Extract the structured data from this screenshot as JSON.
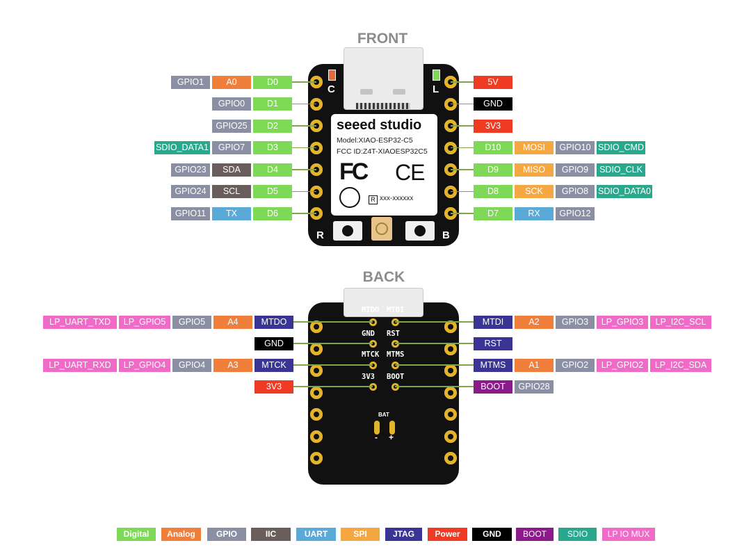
{
  "titles": {
    "front": "FRONT",
    "back": "BACK"
  },
  "colors": {
    "Digital": "#7ed957",
    "Analog": "#f07f3c",
    "GPIO": "#8b8fa3",
    "IIC": "#6a5e5c",
    "UART": "#5aa9d6",
    "SPI": "#f5a842",
    "JTAG": "#3a3594",
    "Power": "#ef3b24",
    "GND": "#000000",
    "BOOT": "#8d1a8a",
    "SDIO": "#2aa88e",
    "LP IO MUX": "#f06ac8"
  },
  "front": {
    "corner_labels": {
      "c": "C",
      "l": "L",
      "r": "R",
      "b": "B"
    },
    "brand": "seeed studio",
    "model": "Model:XIAO-ESP32-C5",
    "fcc": "FCC ID:Z4T-XIAOESP32C5",
    "fcc_logo": "FC",
    "ce_logo": "CE",
    "r_code": "xxx-xxxxxx",
    "left_rows": [
      [
        "GPIO1",
        "A0",
        "D0"
      ],
      [
        "GPIO0",
        "D1"
      ],
      [
        "GPIO25",
        "D2"
      ],
      [
        "SDIO_DATA1",
        "GPIO7",
        "D3"
      ],
      [
        "GPIO23",
        "SDA",
        "D4"
      ],
      [
        "GPIO24",
        "SCL",
        "D5"
      ],
      [
        "GPIO11",
        "TX",
        "D6"
      ]
    ],
    "right_rows": [
      [
        "5V"
      ],
      [
        "GND"
      ],
      [
        "3V3"
      ],
      [
        "D10",
        "MOSI",
        "GPIO10",
        "SDIO_CMD"
      ],
      [
        "D9",
        "MISO",
        "GPIO9",
        "SDIO_CLK"
      ],
      [
        "D8",
        "SCK",
        "GPIO8",
        "SDIO_DATA0"
      ],
      [
        "D7",
        "RX",
        "GPIO12"
      ]
    ]
  },
  "back": {
    "pad_labels": [
      "MTDO",
      "MTDI",
      "GND",
      "RST",
      "MTCK",
      "MTMS",
      "3V3",
      "BOOT"
    ],
    "bat_label": "BAT",
    "bat_minus": "-",
    "bat_plus": "+",
    "left_rows": [
      [
        "LP_UART_TXD",
        "LP_GPIO5",
        "GPIO5",
        "A4",
        "MTDO"
      ],
      [
        "GND"
      ],
      [
        "LP_UART_RXD",
        "LP_GPIO4",
        "GPIO4",
        "A3",
        "MTCK"
      ],
      [
        "3V3"
      ]
    ],
    "right_rows": [
      [
        "MTDI",
        "A2",
        "GPIO3",
        "LP_GPIO3",
        "LP_I2C_SCL"
      ],
      [
        "RST"
      ],
      [
        "MTMS",
        "A1",
        "GPIO2",
        "LP_GPIO2",
        "LP_I2C_SDA"
      ],
      [
        "BOOT",
        "GPIO28"
      ]
    ]
  },
  "legend": [
    "Digital",
    "Analog",
    "GPIO",
    "IIC",
    "UART",
    "SPI",
    "JTAG",
    "Power",
    "GND",
    "BOOT",
    "SDIO",
    "LP IO MUX"
  ]
}
